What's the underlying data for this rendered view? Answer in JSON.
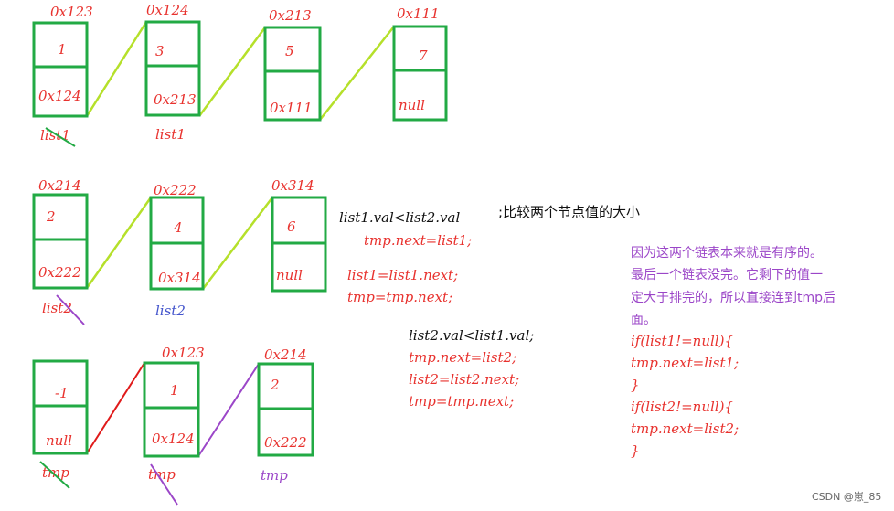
{
  "row1": {
    "addresses": [
      "0x123",
      "0x124",
      "0x213",
      "0x111"
    ],
    "values": [
      "1",
      "3",
      "5",
      "7"
    ],
    "nexts": [
      "0x124",
      "0x213",
      "0x111",
      "null"
    ],
    "pointer_old": "list1",
    "pointer_new": "list1"
  },
  "row2": {
    "addresses": [
      "0x214",
      "0x222",
      "0x314"
    ],
    "values": [
      "2",
      "4",
      "6"
    ],
    "nexts": [
      "0x222",
      "0x314",
      "null"
    ],
    "pointer_old": "list2",
    "pointer_new": "list2"
  },
  "row3": {
    "addresses": [
      "0x123",
      "0x214"
    ],
    "values": [
      "-1",
      "1",
      "2"
    ],
    "nexts": [
      "null",
      "0x124",
      "0x222"
    ],
    "pointers": [
      "tmp",
      "tmp",
      "tmp"
    ]
  },
  "code_block_1": {
    "condition": "list1.val<list2.val",
    "comment": ";比较两个节点值的大小",
    "lines": [
      "tmp.next=list1;",
      "list1=list1.next;",
      "tmp=tmp.next;"
    ]
  },
  "code_block_2": {
    "condition": "list2.val<list1.val;",
    "lines": [
      "tmp.next=list2;",
      "list2=list2.next;",
      "tmp=tmp.next;"
    ]
  },
  "note": {
    "lines": [
      "因为这两个链表本来就是有序的。",
      "最后一个链表没完。它剩下的值一",
      "定大于排完的，所以直接连到tmp后",
      "面。",
      "if(list1!=null){",
      "tmp.next=list1;",
      "}",
      "if(list2!=null){",
      "tmp.next=list2;",
      "}"
    ]
  },
  "watermark": "CSDN @崽_85",
  "colors": {
    "box": "#22aa44",
    "link": "#b5e02a",
    "text_red": "#e8322e",
    "note_purple": "#9b46c8",
    "link_red": "#e01a1a",
    "link_purple": "#9b46c8"
  }
}
